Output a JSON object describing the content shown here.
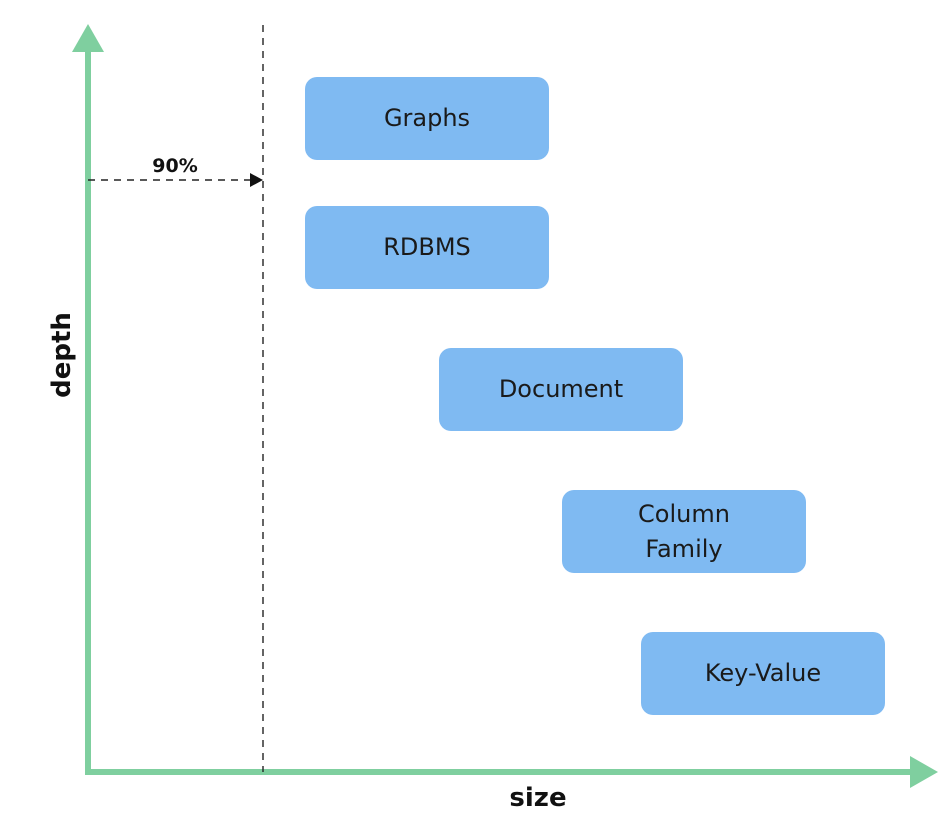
{
  "axes": {
    "x_label": "size",
    "y_label": "depth",
    "color": "#7fcf9f"
  },
  "threshold": {
    "label": "90%"
  },
  "box_color": "#7fbaf2",
  "boxes": [
    {
      "label": "Graphs"
    },
    {
      "label": "RDBMS"
    },
    {
      "label": "Document"
    },
    {
      "label": "Column\nFamily"
    },
    {
      "label": "Key-Value"
    }
  ]
}
